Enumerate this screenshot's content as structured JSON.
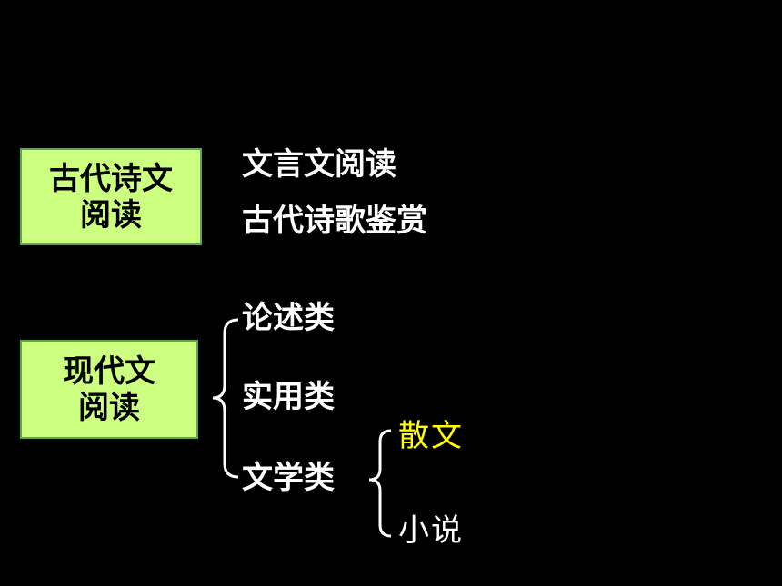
{
  "ancient": {
    "box_line1": "古代诗文",
    "box_line2": "阅读",
    "items": [
      "文言文阅读",
      "古代诗歌鉴赏"
    ]
  },
  "modern": {
    "box_line1": "现代文",
    "box_line2": "阅读",
    "items": [
      "论述类",
      "实用类",
      "文学类"
    ]
  },
  "literature": {
    "items": [
      "散文",
      "小说"
    ],
    "highlight_color": "#ffff00"
  },
  "colors": {
    "background": "#000000",
    "box_fill": "#ccff80",
    "box_border": "#5aa845",
    "text": "#ffffff"
  }
}
